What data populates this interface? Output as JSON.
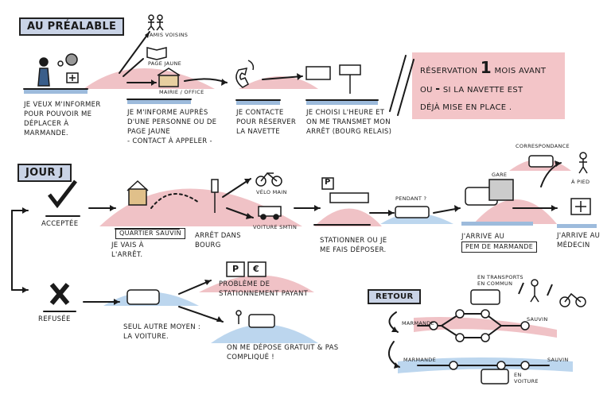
{
  "sections": {
    "prealable": "AU PRÉALABLE",
    "jour_j": "JOUR J",
    "retour": "RETOUR"
  },
  "prealable": {
    "step1": "JE VEUX M'INFORMER POUR POUVOIR ME DÉPLACER À MARMANDE.",
    "step2_line1": "JE M'INFORME AUPRÈS D'UNE PERSONNE OU DE PAGE JAUNE",
    "step2_line2": "- CONTACT À APPELER -",
    "step3": "JE CONTACTE POUR RÉSERVER LA NAVETTE",
    "step4": "JE CHOISI L'HEURE ET ON ME TRANSMET MON ARRÊT (BOURG RELAIS)",
    "icon_amis": "AMIS VOISINS",
    "icon_page_jaune": "PAGE JAUNE",
    "icon_mairie": "MAIRIE / OFFICE",
    "reservation_pre": "RÉSERVATION",
    "reservation_num": "1",
    "reservation_post": "MOIS AVANT",
    "reservation_line2_pre": "OU",
    "reservation_dash": "-",
    "reservation_line2_post": "SI LA NAVETTE EST",
    "reservation_line3": "DÉJÀ MISE EN PLACE ."
  },
  "jour_j": {
    "acceptee": "ACCEPTÉE",
    "refusee": "REFUSÉE",
    "quartier": "QUARTIER SAUVIN",
    "vais_arret": "JE VAIS À L'ARRÊT.",
    "arret": "ARRÊT DANS BOURG",
    "velo": "VÉLO MAIN",
    "voiture_sm": "VOITURE SMTIN",
    "parking_sign": "P",
    "stationner": "STATIONNER OU JE ME FAIS DÉPOSER.",
    "pendant": "PENDANT ?",
    "gare": "GARE",
    "correspondance": "CORRESPONDANCE",
    "a_pied": "À PIED",
    "arrive_pem_line1": "J'ARRIVE AU",
    "arrive_pem_line2": "PEM DE MARMANDE",
    "arrive_medecin": "J'ARRIVE AU MÉDECIN",
    "seul_moyen": "SEUL AUTRE MOYEN : LA VOITURE.",
    "parking_p": "P",
    "parking_euro": "€",
    "probleme": "PROBLÈME DE STATIONNEMENT PAYANT",
    "depose": "ON ME DÉPOSE GRATUIT & PAS COMPLIQUÉ !"
  },
  "retour": {
    "marmande1": "MARMANDE",
    "sauvin1": "SAUVIN",
    "marmande2": "MARMANDE",
    "sauvin2": "SAUVIN",
    "transports": "EN TRANSPORTS EN COMMUN",
    "en_voiture": "EN VOITURE"
  },
  "colors": {
    "pink": "#f0c2c6",
    "blue": "#bcd6ee",
    "ink": "#1a1a1a",
    "title_fill": "#c9d3e6"
  }
}
